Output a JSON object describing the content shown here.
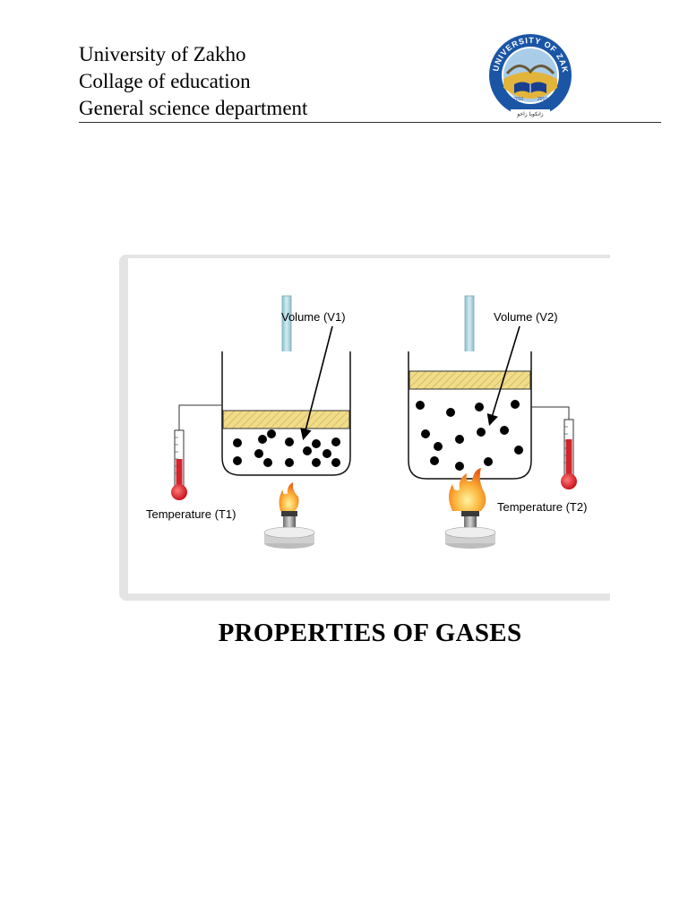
{
  "header": {
    "lines": [
      "University of Zakho",
      "Collage of education",
      "General science department"
    ]
  },
  "logo": {
    "ring_text": "UNIVERSITY OF ZAKHO",
    "year_left": "2010",
    "year_right": "2010",
    "bottom_text": "زانكويا زاخو",
    "colors": {
      "ring": "#1b56a6",
      "sky": "#a9cde8",
      "ground": "#e3b43b",
      "book": "#1b3f8f"
    }
  },
  "figure": {
    "left_volume_label": "Volume (V1)",
    "right_volume_label": "Volume (V2)",
    "left_temperature_label": "Temperature (T1)",
    "right_temperature_label": "Temperature (T2)",
    "colors": {
      "piston": "#f1dc8a",
      "rod": "#a8d4df",
      "thermometer": "#d6222b",
      "flame": "#f3731c"
    }
  },
  "title": "PROPERTIES OF GASES"
}
